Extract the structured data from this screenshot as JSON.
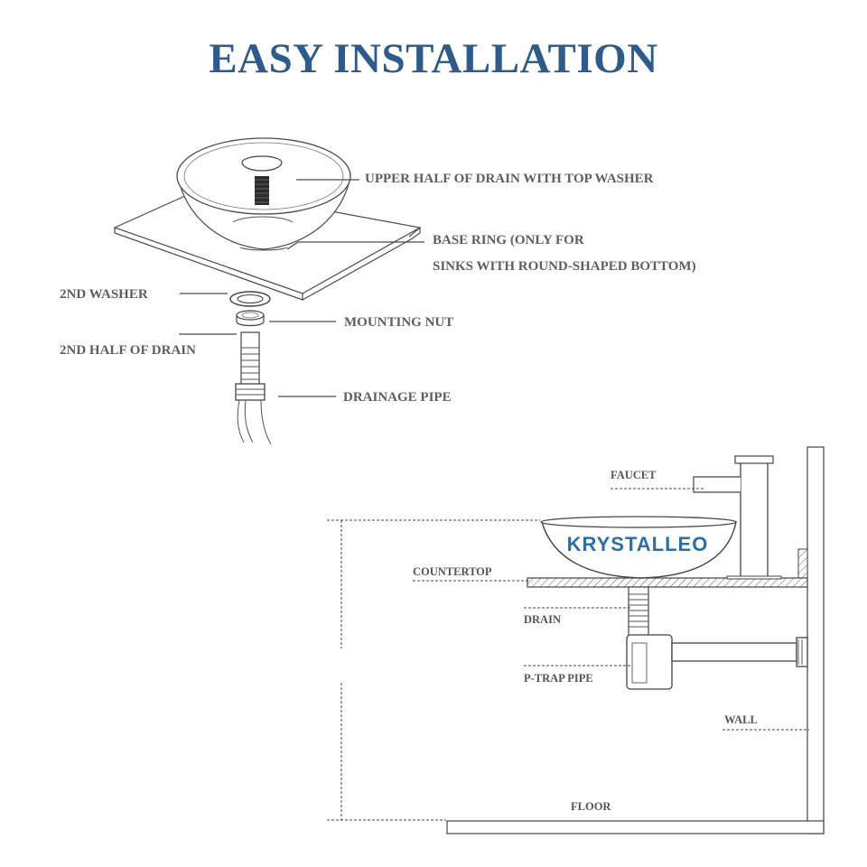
{
  "title": "EASY INSTALLATION",
  "exploded_view": {
    "labels": {
      "upper_half_drain": "UPPER HALF OF DRAIN WITH TOP WASHER",
      "base_ring_line1": "BASE RING (ONLY FOR",
      "base_ring_line2": "SINKS WITH ROUND-SHAPED BOTTOM)",
      "second_washer": "2ND WASHER",
      "mounting_nut": "MOUNTING NUT",
      "second_half_drain": "2ND HALF OF DRAIN",
      "drainage_pipe": "DRAINAGE PIPE"
    }
  },
  "installed_view": {
    "brand": "KRYSTALLEO",
    "labels": {
      "faucet": "FAUCET",
      "countertop": "COUNTERTOP",
      "drain": "DRAIN",
      "p_trap_pipe": "P-TRAP PIPE",
      "wall": "WALL",
      "floor": "FLOOR"
    }
  },
  "colors": {
    "title": "#2e5b8a",
    "brand": "#2d6ea4",
    "labels": "#5e5e5e"
  }
}
